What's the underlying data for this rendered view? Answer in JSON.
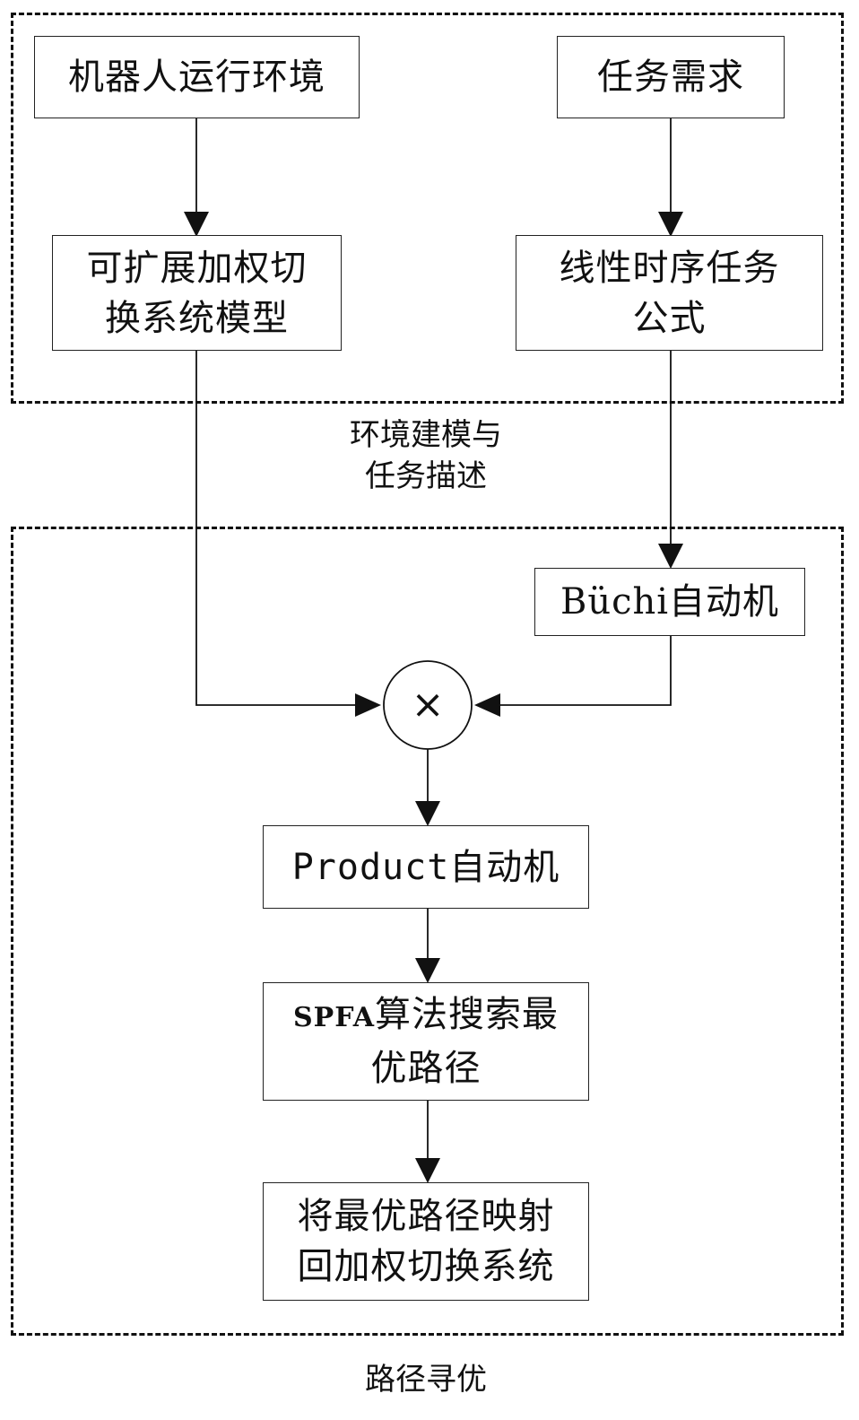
{
  "groups": {
    "modeling": {
      "caption_lines": [
        "环境建模与",
        "任务描述"
      ]
    },
    "search": {
      "caption": "路径寻优"
    }
  },
  "nodes": {
    "robot_env": {
      "label": "机器人运行环境"
    },
    "task_req": {
      "label": "任务需求"
    },
    "wts_model": {
      "lines": [
        "可扩展加权切",
        "换系统模型"
      ]
    },
    "ltl_formula": {
      "lines": [
        "线性时序任务",
        "公式"
      ]
    },
    "buchi": {
      "label": "Büchi自动机"
    },
    "product_op": {
      "symbol": "×"
    },
    "product": {
      "prefix": "Product",
      "suffix": "自动机"
    },
    "spfa": {
      "prefix": "SPFA",
      "line1_rest": "算法搜索最",
      "line2": "优路径"
    },
    "map_back": {
      "lines": [
        "将最优路径映射",
        "回加权切换系统"
      ]
    }
  }
}
